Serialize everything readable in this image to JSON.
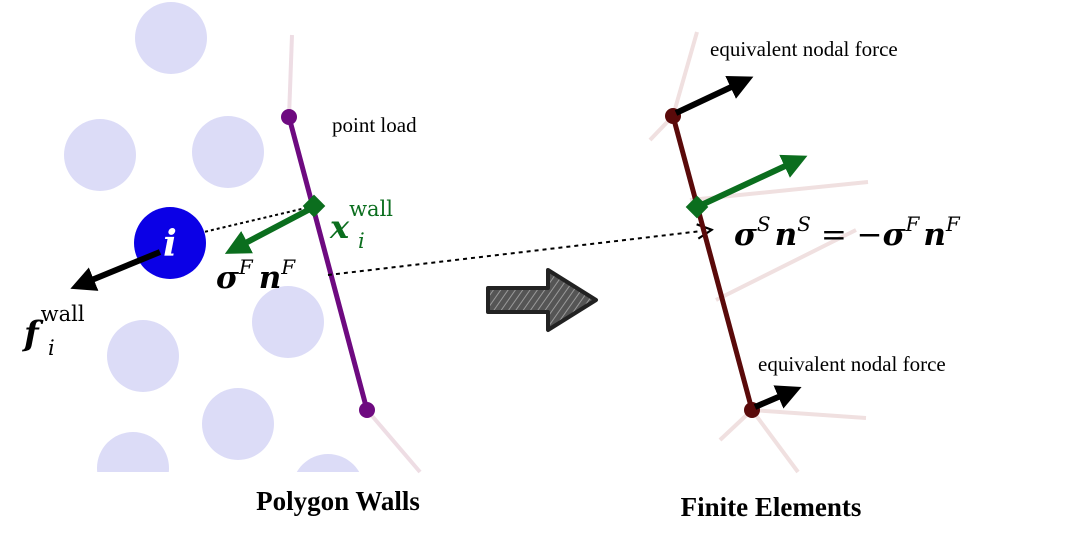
{
  "left_panel": {
    "caption": "Polygon Walls",
    "particle_label": "i",
    "point_load_label": "point load",
    "x_wall": {
      "symbol": "x",
      "sub": "i",
      "sup": "wall"
    },
    "f_wall": {
      "symbol": "f",
      "sub": "i",
      "sup": "wall"
    },
    "traction": {
      "sigma": "σ",
      "sup1": "F",
      "n": "n",
      "sup2": "F"
    }
  },
  "right_panel": {
    "caption": "Finite Elements",
    "nodal_force_top": "equivalent nodal force",
    "nodal_force_bottom": "equivalent nodal force",
    "equation": {
      "sigma_s": "σ",
      "sup_s1": "S",
      "n_s": "n",
      "sup_s2": "S",
      "equals": "= −",
      "sigma_f": "σ",
      "sup_f1": "F",
      "n_f": "n",
      "sup_f2": "F"
    }
  },
  "colors": {
    "particle_light": "#dcdcf7",
    "particle_highlight": "#0b00e6",
    "wall": "#6e0a80",
    "element": "#5a0a0a",
    "element_faint": "#f0e0e0",
    "load_point": "#0b6e1e",
    "force_arrow": "#000000",
    "transfer_arrow": "#2b2b2b"
  },
  "icons": [
    "big-right-arrow-icon",
    "dotted-transfer-arrow-icon"
  ]
}
